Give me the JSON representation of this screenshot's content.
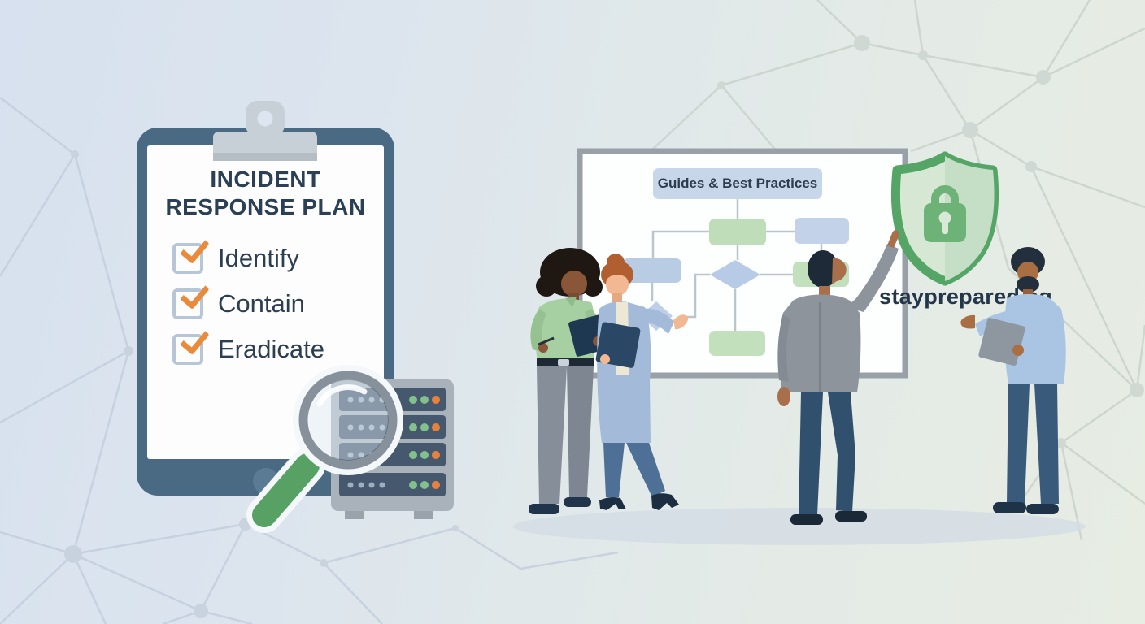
{
  "illustration": {
    "clipboard": {
      "title_line1": "INCIDENT",
      "title_line2": "RESPONSE PLAN",
      "items": [
        {
          "label": "Identify",
          "checked": true
        },
        {
          "label": "Contain",
          "checked": true
        },
        {
          "label": "Eradicate",
          "checked": true
        }
      ]
    },
    "whiteboard": {
      "label": "Guides & Best Practices",
      "flowchart": {
        "nodes": [
          {
            "shape": "rect",
            "color": "green"
          },
          {
            "shape": "rect",
            "color": "blue"
          },
          {
            "shape": "rect",
            "color": "blue"
          },
          {
            "shape": "diamond",
            "color": "blue"
          },
          {
            "shape": "rect",
            "color": "green"
          },
          {
            "shape": "rect",
            "color": "green"
          },
          {
            "shape": "diamond",
            "color": "blue"
          }
        ]
      }
    },
    "brand": {
      "text": "stayprepared.sg"
    },
    "icons": {
      "shield": "shield-lock-icon",
      "magnifier": "magnifying-glass-icon",
      "server": "server-rack-icon",
      "clipboard": "clipboard-icon"
    },
    "colors": {
      "accent_orange": "#EA8B3C",
      "shield_green": "#55A567",
      "handle_green": "#57A165",
      "clipboard_slate": "#4A6A84",
      "text_dark": "#2C3E50",
      "bg_left": "#D7E1EF",
      "bg_right": "#E7EDE3"
    }
  }
}
